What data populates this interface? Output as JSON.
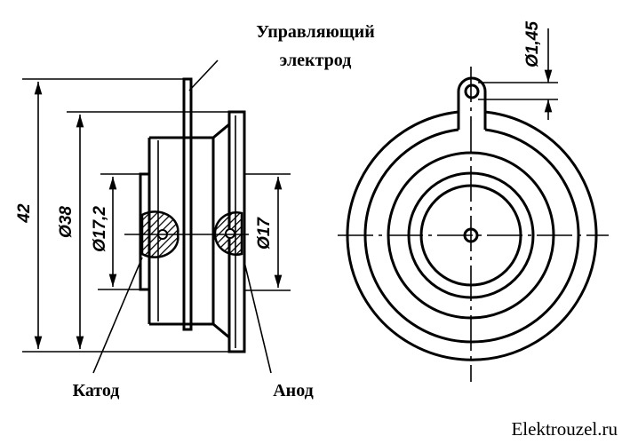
{
  "labels": {
    "control_electrode_line1": "Управляющий",
    "control_electrode_line2": "электрод",
    "cathode": "Катод",
    "anode": "Анод"
  },
  "dimensions": {
    "height": "42",
    "body_diameter": "Ø38",
    "cathode_diameter": "Ø17,2",
    "anode_diameter": "Ø17",
    "hole_diameter": "Ø1,45"
  },
  "watermark": "Elektrouzel.ru",
  "colors": {
    "ink": "#000000",
    "background": "#ffffff"
  }
}
